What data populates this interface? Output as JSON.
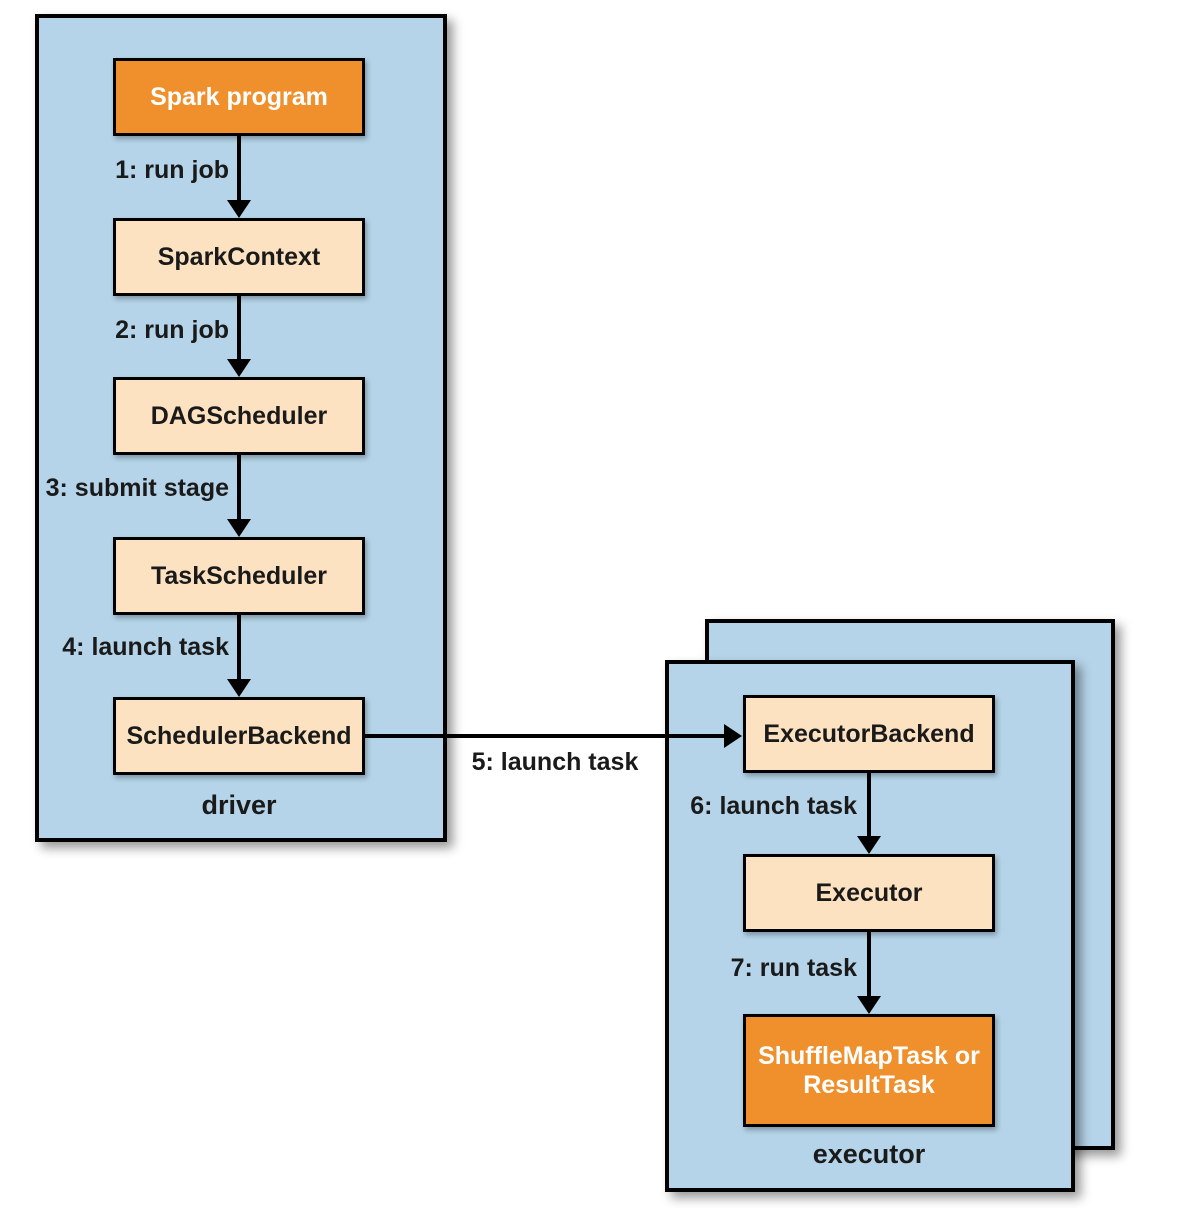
{
  "diagram": {
    "driver": {
      "label": "driver",
      "nodes": [
        {
          "label": "Spark program",
          "style": "highlight"
        },
        {
          "label": "SparkContext",
          "style": "default"
        },
        {
          "label": "DAGScheduler",
          "style": "default"
        },
        {
          "label": "TaskScheduler",
          "style": "default"
        },
        {
          "label": "SchedulerBackend",
          "style": "default"
        }
      ],
      "edges": [
        {
          "label": "1: run job"
        },
        {
          "label": "2: run job"
        },
        {
          "label": "3: submit stage"
        },
        {
          "label": "4: launch task"
        }
      ]
    },
    "cross_edge": {
      "label": "5: launch task"
    },
    "executor": {
      "label": "executor",
      "nodes": [
        {
          "label": "ExecutorBackend",
          "style": "default"
        },
        {
          "label": "Executor",
          "style": "default"
        },
        {
          "label": "ShuffleMapTask or ResultTask",
          "style": "highlight"
        }
      ],
      "edges": [
        {
          "label": "6: launch task"
        },
        {
          "label": "7: run task"
        }
      ]
    },
    "colors": {
      "container_fill": "#B5D4E9",
      "node_fill": "#FCE2C1",
      "highlight_fill": "#F0902D",
      "border": "#000000",
      "node_text": "#1A1A1A",
      "highlight_text": "#FFFFFF",
      "canvas_bg": "#FFFFFF"
    }
  }
}
